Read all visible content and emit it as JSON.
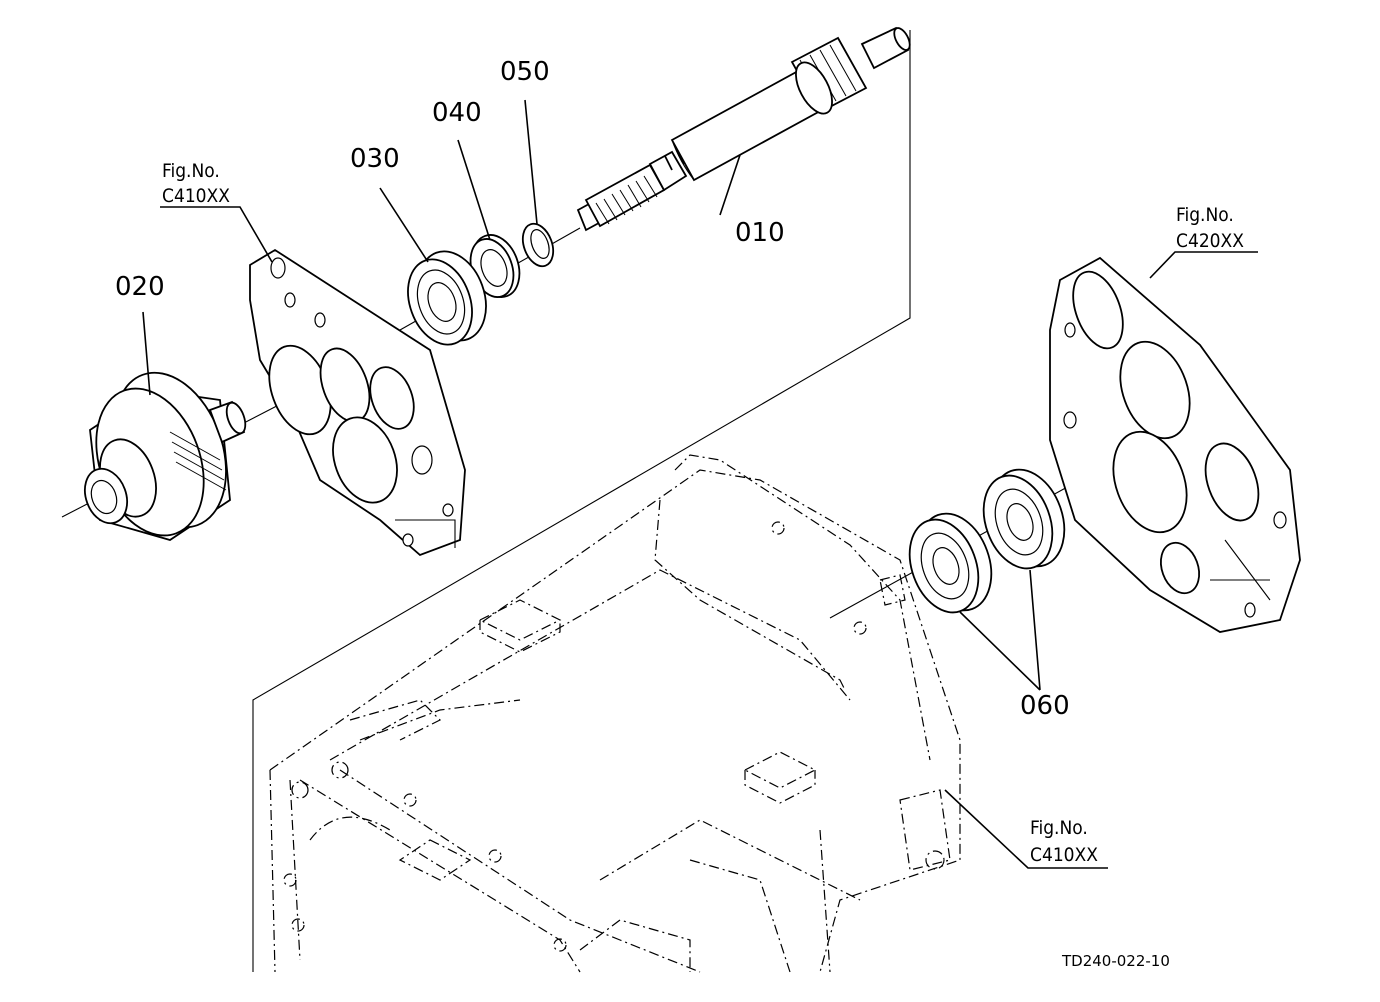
{
  "callouts": {
    "shaft": "010",
    "clutch_pack": "020",
    "bearing": "030",
    "washer": "040",
    "snap_ring": "050",
    "bearings_pair": "060"
  },
  "figure_refs": {
    "upper_left": {
      "line1": "Fig.No.",
      "line2": "C410XX"
    },
    "right": {
      "line1": "Fig.No.",
      "line2": "C420XX"
    },
    "lower_right": {
      "line1": "Fig.No.",
      "line2": "C410XX"
    }
  },
  "doc_code": "TD240-022-10"
}
